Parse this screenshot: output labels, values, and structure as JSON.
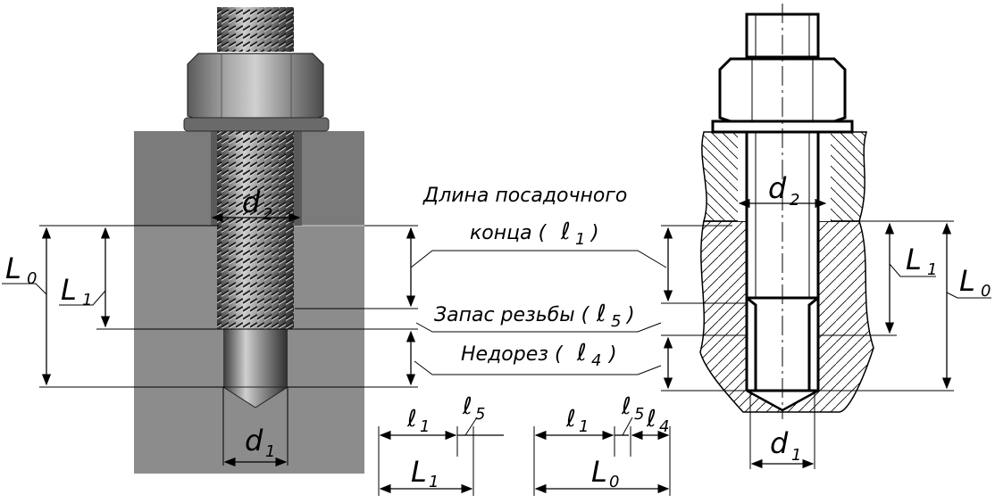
{
  "labels": {
    "d2": "d",
    "d2_sub": "2",
    "d1": "d",
    "d1_sub": "1",
    "L0": "L",
    "L0_sub": "0",
    "L1": "L",
    "L1_sub": "1",
    "l1": "ℓ",
    "l1_sub": "1",
    "l4": "ℓ",
    "l4_sub": "4",
    "l5": "ℓ",
    "l5_sub": "5"
  },
  "notes": {
    "length_line1": "Длина посадочного",
    "length_line2": "конца (",
    "length_close": ")",
    "thread_margin": "Запас резьбы (",
    "thread_margin_close": ")",
    "undercut": "Недорез (",
    "undercut_close": ")"
  },
  "colors": {
    "upper_block": "#777777",
    "lower_block": "#8a8a8a",
    "steel_dark": "#3c3c3c",
    "steel_mid": "#8d8d8d",
    "steel_light": "#d9d9d9",
    "hatch": "#000000"
  }
}
